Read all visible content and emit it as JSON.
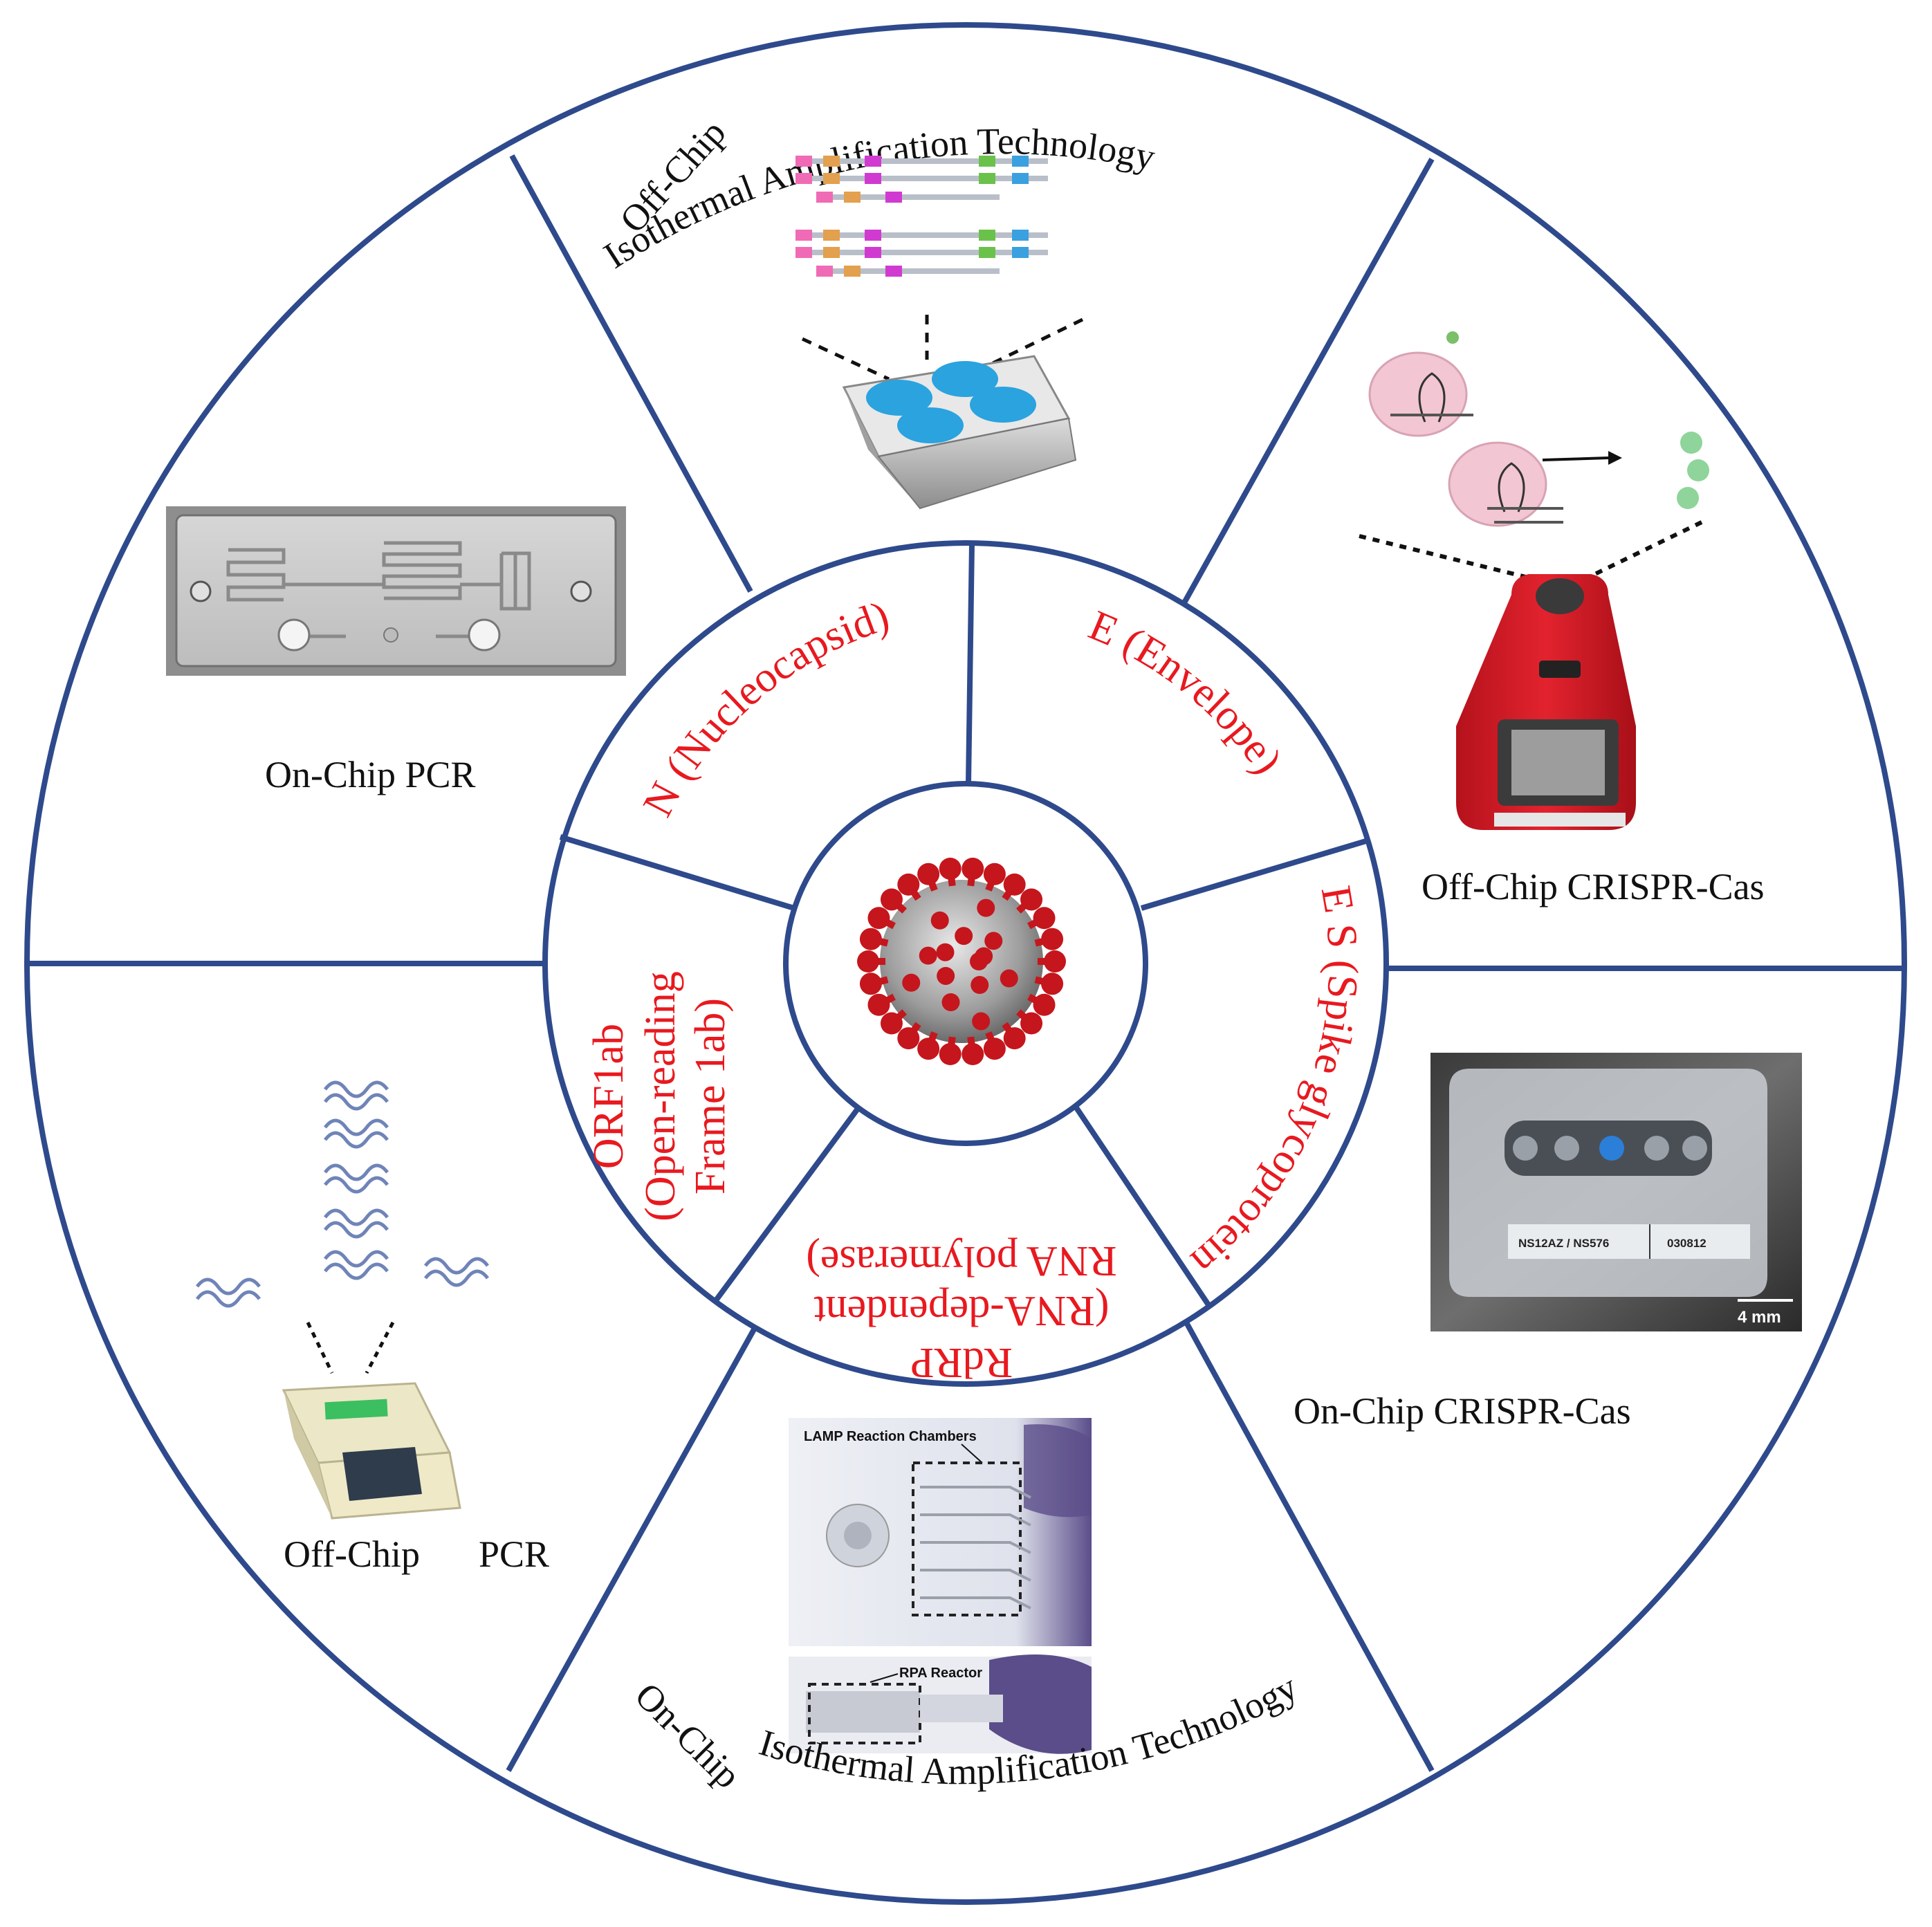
{
  "colors": {
    "ring_stroke": "#2e4a8c",
    "gene_text": "#e8191f",
    "label_text": "#111111",
    "virus_red": "#c4161c",
    "virus_grey": "#a8a8a8",
    "chip_blue": "#2aa3df",
    "crispr_red": "#d71f2b",
    "crispr_pink": "#f2c6d2"
  },
  "outer_sections": {
    "off_chip_isothermal": {
      "prefix": "Off-Chip",
      "title": "Isothermal Amplification Technology",
      "icon": "heater-block-with-primer-diagram"
    },
    "off_chip_crispr": {
      "title": "Off-Chip CRISPR-Cas",
      "icon": "crispr-reader-device"
    },
    "on_chip_crispr": {
      "title": "On-Chip CRISPR-Cas",
      "icon": "microfluidic-chip-photo",
      "chip_label_left": "NS12AZ / NS576",
      "chip_label_right": "030812",
      "scale_bar": "4 mm"
    },
    "on_chip_isothermal": {
      "prefix": "On-Chip",
      "title": "Isothermal Amplification Technology",
      "icon": "lamp-rpa-chip-photo",
      "callout_lamp": "LAMP Reaction Chambers",
      "callout_rpa": "RPA Reactor"
    },
    "off_chip_pcr": {
      "title_left": "Off-Chip",
      "title_right": "PCR",
      "icon": "thermocycler-with-dna"
    },
    "on_chip_pcr": {
      "title": "On-Chip  PCR",
      "icon": "pcr-chip-photo"
    }
  },
  "inner_sections": {
    "n_gene": "N (Nucleocapsid)",
    "e_gene": "E (Envelope)",
    "s_gene": "E S (Spike glycoprotein)",
    "rdrp_line1": "RdRP",
    "rdrp_line2": "(RNA-dependent",
    "rdrp_line3": "RNA polymerase)",
    "orf_line1": "ORF1ab",
    "orf_line2": "(Open-reading",
    "orf_line3": "Frame 1ab)"
  },
  "center": {
    "icon": "coronavirus-icon"
  }
}
